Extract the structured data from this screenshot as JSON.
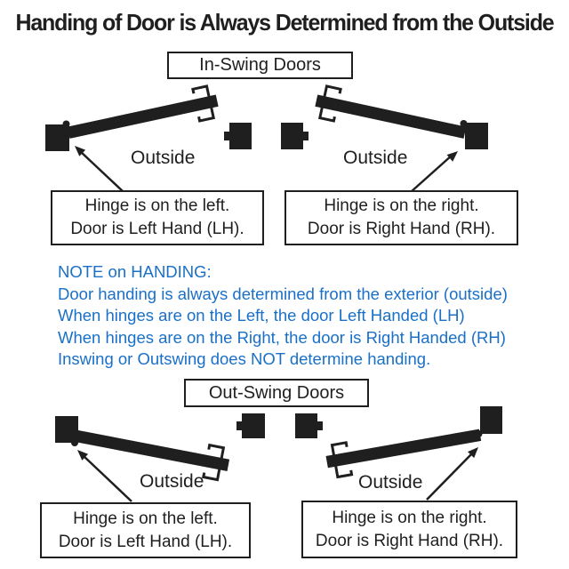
{
  "title": "Handing of Door is Always Determined from the Outside",
  "colors": {
    "ink": "#1f1f1f",
    "note_blue": "#1a70c7",
    "background": "#ffffff"
  },
  "in_swing": {
    "header": "In-Swing Doors",
    "left_diagram": {
      "outside_label": "Outside",
      "caption": [
        "Hinge is on the left.",
        "Door is Left Hand (LH)."
      ]
    },
    "right_diagram": {
      "outside_label": "Outside",
      "caption": [
        "Hinge is on the right.",
        "Door is Right Hand (RH)."
      ]
    }
  },
  "note": {
    "lines": [
      "NOTE on HANDING:",
      "Door handing is always determined from the exterior (outside)",
      "When hinges are on the Left, the door Left Handed (LH)",
      "When hinges are on the Right, the door is Right Handed (RH)",
      "Inswing or Outswing does NOT determine handing."
    ]
  },
  "out_swing": {
    "header": "Out-Swing Doors",
    "left_diagram": {
      "outside_label": "Outside",
      "caption": [
        "Hinge is on the left.",
        "Door is Left Hand (LH)."
      ]
    },
    "right_diagram": {
      "outside_label": "Outside",
      "caption": [
        "Hinge is on the right.",
        "Door is Right Hand (RH)."
      ]
    }
  }
}
